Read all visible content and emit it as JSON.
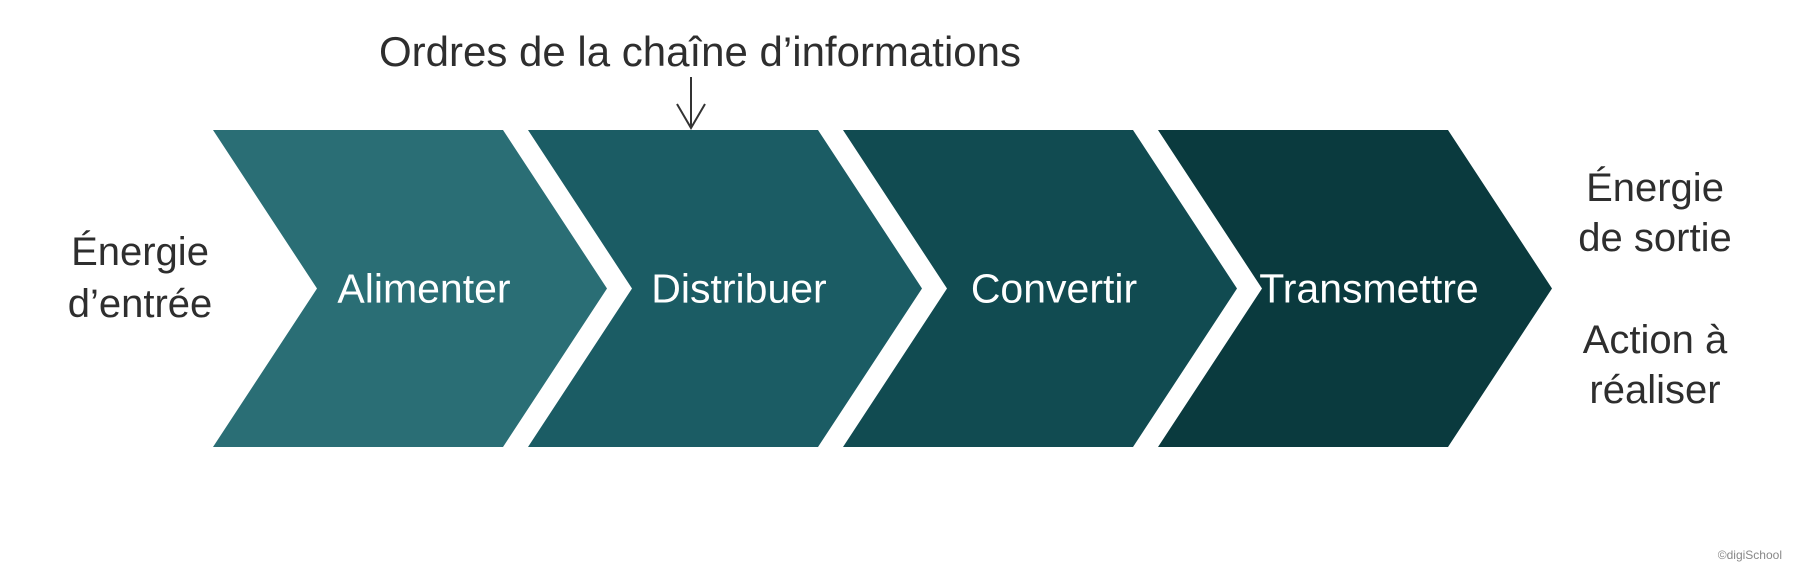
{
  "top_label": "Ordres de la chaîne d’informations",
  "input_label": [
    "Énergie",
    "d’entrée"
  ],
  "output_label_1": [
    "Énergie",
    "de sortie"
  ],
  "output_label_2": [
    "Action à",
    "réaliser"
  ],
  "chevrons": [
    {
      "label": "Alimenter",
      "color": "#2a6e75"
    },
    {
      "label": "Distribuer",
      "color": "#1b5c64"
    },
    {
      "label": "Convertir",
      "color": "#114b51"
    },
    {
      "label": "Transmettre",
      "color": "#0a3a3e"
    }
  ],
  "credit": "©digiSchool"
}
